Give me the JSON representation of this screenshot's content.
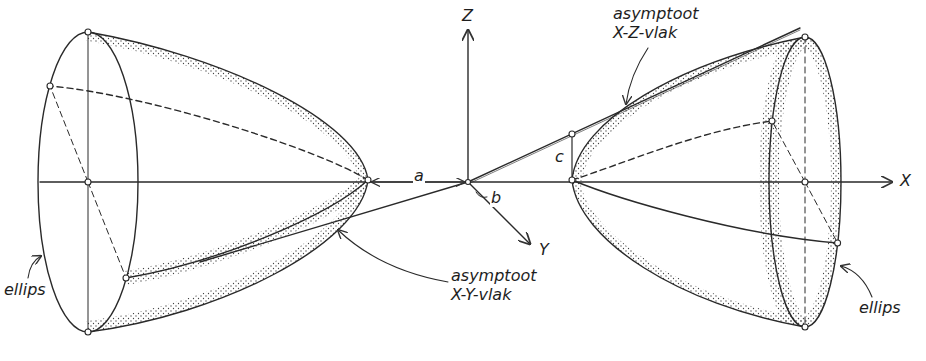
{
  "diagram": {
    "labels": [
      "Z",
      "asymptoot X-Z-vlak",
      "X",
      "c",
      "a",
      "b",
      "Y",
      "ellips",
      "asymptoot X-Y-vlak",
      "ellips"
    ]
  }
}
